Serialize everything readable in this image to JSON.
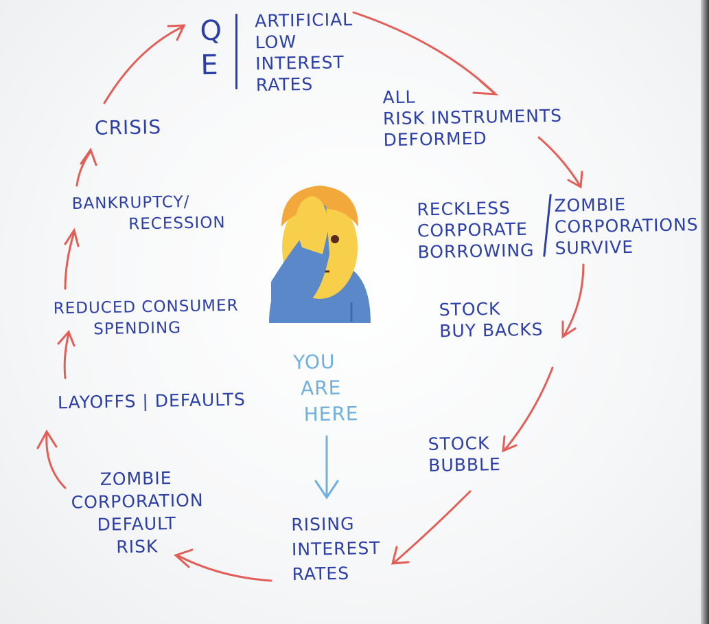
{
  "diagram": {
    "qe": [
      "Q",
      "E"
    ],
    "qe_cause": [
      "Artificial",
      "Low",
      "Interest",
      "Rates"
    ],
    "steps": {
      "risk_deformed": [
        "All",
        "Risk Instruments",
        "Deformed"
      ],
      "reckless_borrowing": [
        "Reckless",
        "Corporate",
        "Borrowing"
      ],
      "zombie_survive": [
        "Zombie",
        "Corporations",
        "Survive"
      ],
      "buy_backs": [
        "Stock",
        "Buy Backs"
      ],
      "bubble": [
        "Stock",
        "Bubble"
      ],
      "rising_rates": [
        "Rising",
        "Interest",
        "Rates"
      ],
      "zombie_default": [
        "Zombie",
        "Corporation",
        "Default",
        "Risk"
      ],
      "layoffs": "Layoffs | Defaults",
      "reduced_spending": [
        "Reduced Consumer",
        "Spending"
      ],
      "bankruptcy": [
        "Bankruptcy/",
        "Recession"
      ],
      "crisis": "Crisis"
    },
    "you_are_here": [
      "You",
      "Are",
      "Here"
    ],
    "colors": {
      "ink_blue": "#2c3fa6",
      "arrow_red": "#e0433c",
      "here_blue": "#6fb0de"
    }
  }
}
